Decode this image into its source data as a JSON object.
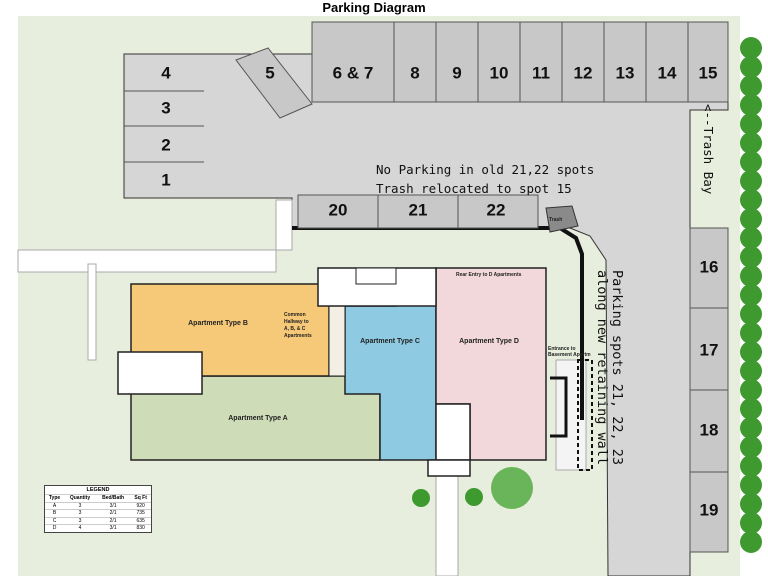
{
  "title": "Parking Diagram",
  "parking_spots": {
    "left_stack": [
      "4",
      "3",
      "2",
      "1"
    ],
    "angled": "5",
    "top_row": [
      "6 & 7",
      "8",
      "9",
      "10",
      "11",
      "12",
      "13",
      "14",
      "15"
    ],
    "middle_row": [
      "20",
      "21",
      "22"
    ],
    "trash": "Trash",
    "right_column": [
      "16",
      "17",
      "18",
      "19"
    ]
  },
  "notes": {
    "no_parking": "No Parking in old 21,22 spots",
    "trash_relocated": "Trash relocated to spot 15",
    "trash_bay": "<--Trash Bay",
    "retaining_wall_line1": "Parking spots 21, 22, 23",
    "retaining_wall_line2": "along new retaining wall"
  },
  "building": {
    "type_a": "Apartment Type A",
    "type_b": "Apartment Type B",
    "type_c": "Apartment Type C",
    "type_d": "Apartment Type D",
    "common_hallway": [
      "Common",
      "Hallway to",
      "A, B, & C",
      "Apartments"
    ],
    "rear_entry": "Rear Entry to D Apartments",
    "basement_entrance": [
      "Entrance to",
      "Basement Apartm"
    ]
  },
  "legend": {
    "title": "LEGEND",
    "headers": [
      "Type",
      "Quantity",
      "Bed/Bath",
      "Sq Ft"
    ],
    "rows": [
      [
        "A",
        "3",
        "3/1",
        "920"
      ],
      [
        "B",
        "3",
        "2/1",
        "735"
      ],
      [
        "C",
        "3",
        "2/1",
        "635"
      ],
      [
        "D",
        "4",
        "3/1",
        "830"
      ]
    ]
  },
  "colors": {
    "grass": "#e8eedd",
    "pavement": "#d6d6d6",
    "spot_outline": "#555555",
    "type_a": "#cfdcb8",
    "type_b": "#f6c978",
    "type_c": "#8ecae2",
    "type_d": "#f2d8db",
    "trees": "#3e9a2f"
  }
}
